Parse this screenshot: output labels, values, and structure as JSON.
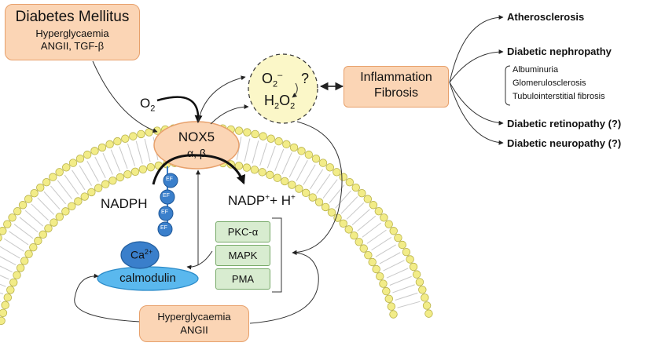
{
  "diabetes_box": {
    "title": "Diabetes Mellitus",
    "line1": "Hyperglycaemia",
    "line2": "ANGII, TGF-β"
  },
  "o2_label": "O",
  "o2_sub": "2",
  "nox5": {
    "name": "NOX5",
    "sub": "α, β"
  },
  "ef_label": "EF",
  "nadph": "NADPH",
  "nadp": {
    "base": "NADP",
    "sup": "+",
    "mid": "+ H",
    "sup2": "+"
  },
  "ros": {
    "superoxide": "O",
    "superoxide_sub": "2",
    "superoxide_sup": "–",
    "question": "?",
    "h2o2_h": "H",
    "h2o2_sub1": "2",
    "h2o2_o": "O",
    "h2o2_sub2": "2"
  },
  "inflammation_box": {
    "line1": "Inflammation",
    "line2": "Fibrosis"
  },
  "outcomes": [
    "Atherosclerosis",
    "Diabetic nephropathy",
    "Diabetic retinopathy (?)",
    "Diabetic neuropathy (?)"
  ],
  "nephropathy_details": [
    "Albuminuria",
    "Glomerulosclerosis",
    "Tubulointerstitial fibrosis"
  ],
  "kinases": [
    "PKC-α",
    "MAPK",
    "PMA"
  ],
  "ca_label": "Ca",
  "ca_sup": "2+",
  "calmodulin": "calmodulin",
  "bottom_box": {
    "line1": "Hyperglycaemia",
    "line2": "ANGII"
  },
  "colors": {
    "peach_fill": "#fbd5b5",
    "peach_border": "#e7a06b",
    "ros_fill": "#fbf7c8",
    "kinase_fill": "#d8ecd0",
    "ef_blue": "#3a7fcb",
    "calmodulin_fill": "#5ab8ee",
    "lipid_head": "#f2ec88"
  }
}
